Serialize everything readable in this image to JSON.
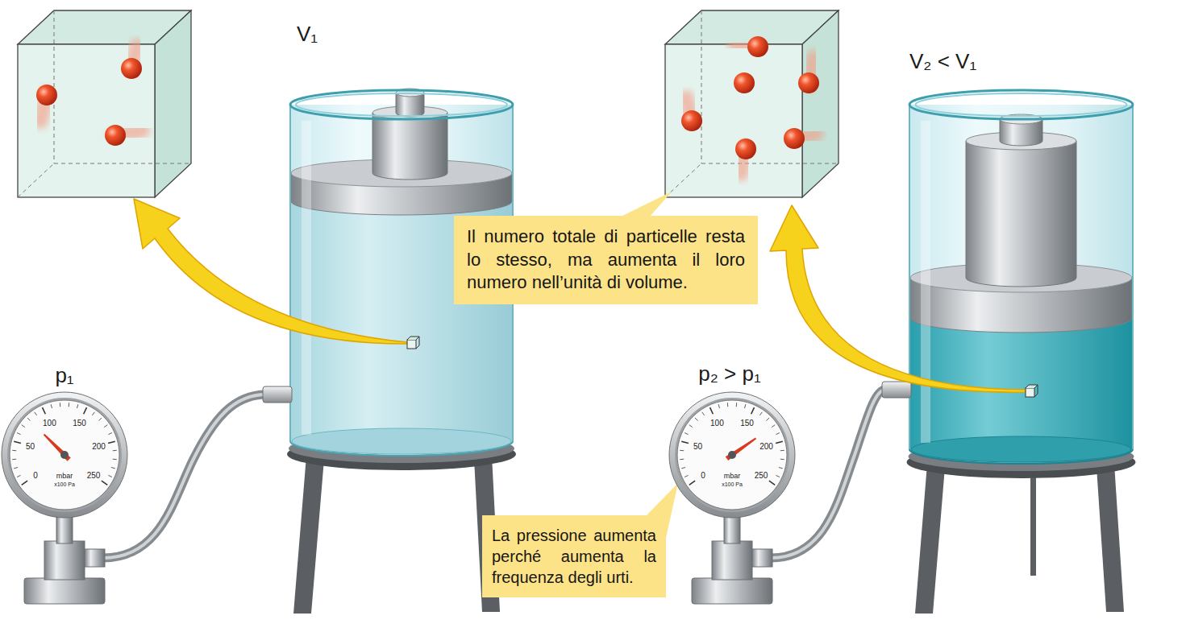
{
  "diagram": {
    "nodes": [
      {
        "text": [
          "Il numero totale di particelle resta lo stesso, ma aumenta il loro numero nell’unità di volume."
        ]
      },
      {
        "text": [
          "La pressione aumenta perché aumenta la frequenza degli urti."
        ]
      }
    ],
    "labels": [
      "V₁",
      "V₂ < V₁",
      "p₁",
      "p₂ > p₁",
      "0",
      "50",
      "100",
      "150",
      "200",
      "250",
      "mbar",
      "x100 Pa",
      "0",
      "50",
      "100",
      "150",
      "200",
      "250",
      "mbar",
      "x100 Pa"
    ]
  }
}
